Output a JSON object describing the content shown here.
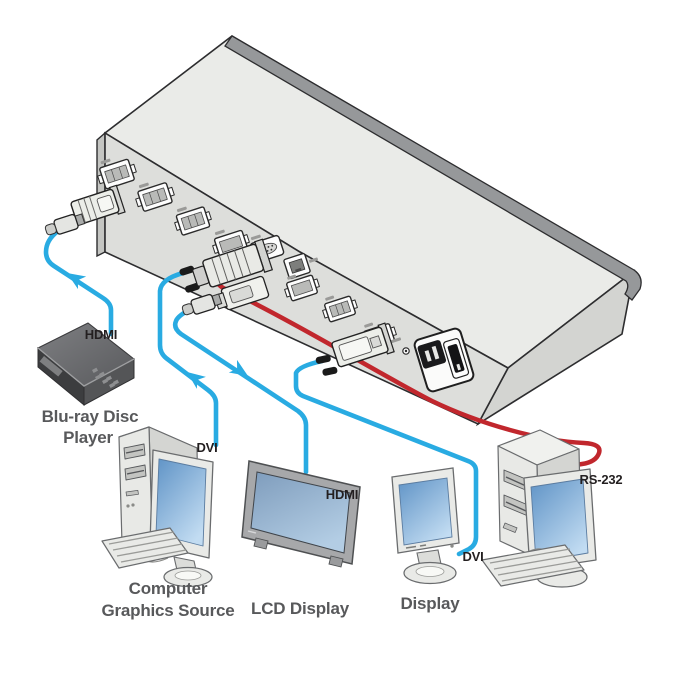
{
  "diagram_type": "av-switcher-connection-diagram",
  "colors": {
    "video_cable": "#29abe2",
    "control_cable": "#c1272d",
    "port_label": "#231f20",
    "device_label": "#58595b"
  },
  "labels": {
    "bluray_port": "HDMI",
    "bluray_name_line1": "Blu-ray Disc",
    "bluray_name_line2": "Player",
    "computer_port": "DVI",
    "computer_name_line1": "Computer",
    "computer_name_line2": "Graphics Source",
    "lcd_port": "HDMI",
    "lcd_name": "LCD Display",
    "display_port": "DVI",
    "display_name": "Display",
    "control_port": "RS-232"
  },
  "connections": [
    {
      "from": "Blu-ray Disc Player",
      "to": "switcher",
      "cable": "HDMI",
      "direction": "into-switcher"
    },
    {
      "from": "Computer Graphics Source",
      "to": "switcher",
      "cable": "DVI",
      "direction": "into-switcher"
    },
    {
      "from": "switcher",
      "to": "LCD Display",
      "cable": "HDMI",
      "direction": "out-of-switcher"
    },
    {
      "from": "switcher",
      "to": "Display",
      "cable": "DVI",
      "direction": "out-of-switcher"
    },
    {
      "from": "switcher",
      "to": "Control Computer",
      "cable": "RS-232",
      "direction": "control"
    }
  ]
}
